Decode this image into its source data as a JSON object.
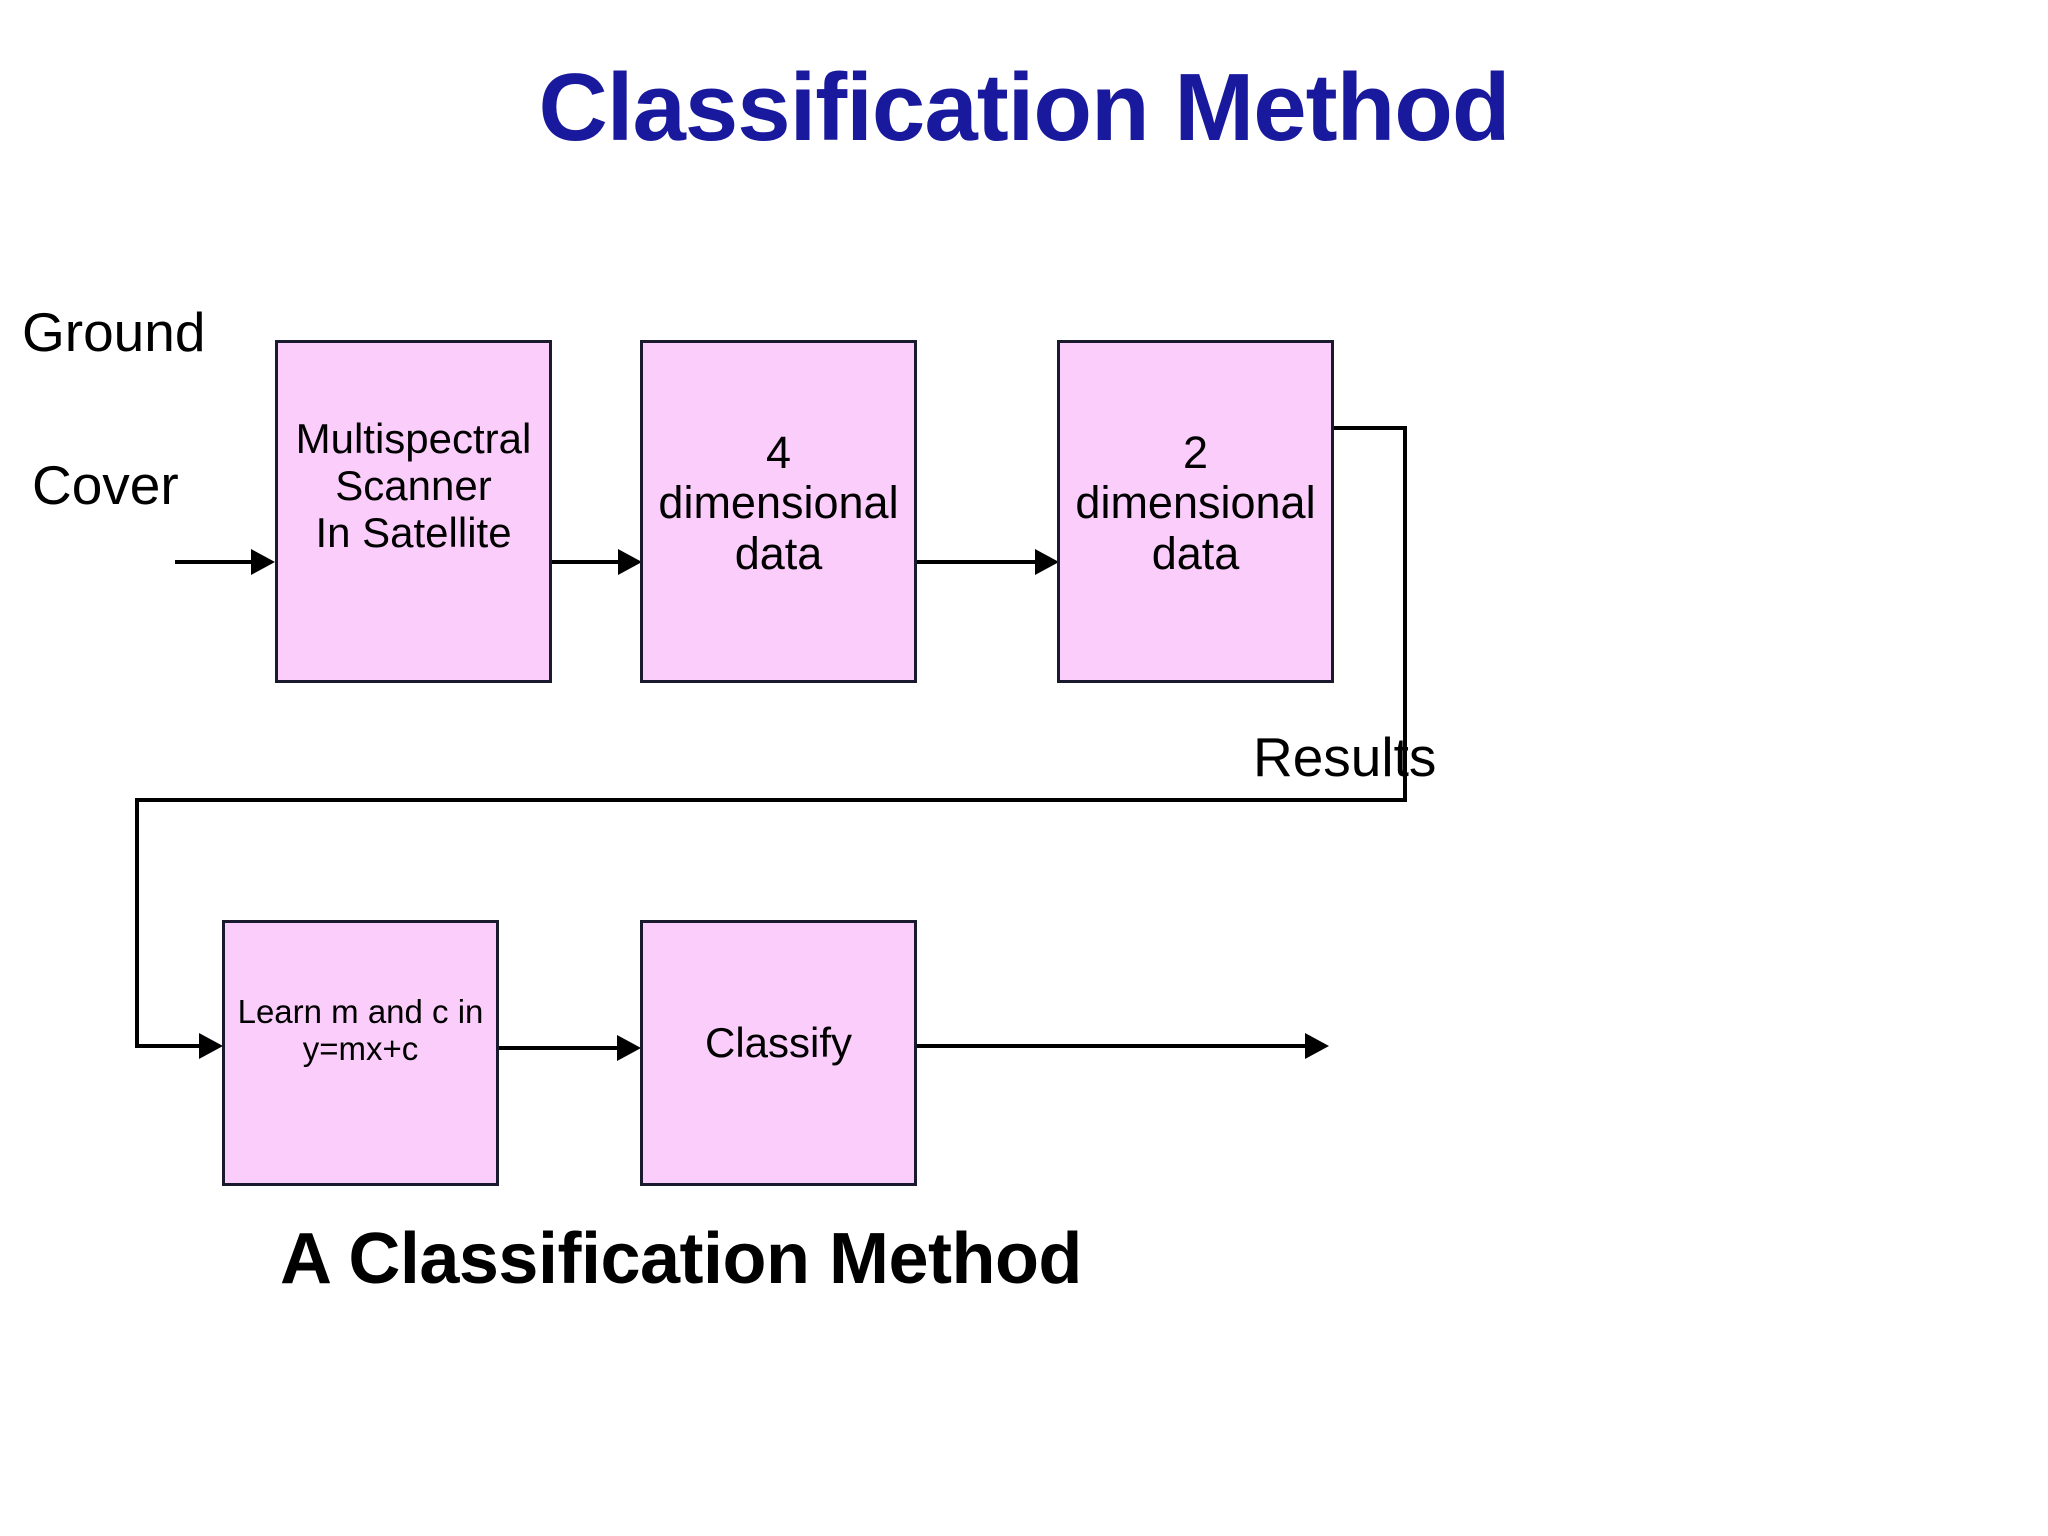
{
  "slide": {
    "title": "Classification Method",
    "title_color": "#19199e",
    "background_color": "#ffffff",
    "caption": "A Classification Method",
    "caption_color": "#000000"
  },
  "labels": {
    "ground": "Ground",
    "cover": "Cover",
    "results": "Results"
  },
  "diagram": {
    "box_fill_color": "#fbcdfb",
    "box_border_color": "#1a1a2e",
    "connector_color": "#000000",
    "boxes": [
      {
        "id": "scanner",
        "line1": "Multispectral",
        "line2": "Scanner",
        "line3": "In Satellite"
      },
      {
        "id": "four-d",
        "line1": "4 dimensional",
        "line2": "data",
        "line3": ""
      },
      {
        "id": "two-d",
        "line1": "2 dimensional",
        "line2": "data",
        "line3": ""
      },
      {
        "id": "learn",
        "line1": "Learn m and c in",
        "line2": "y=mx+c",
        "line3": ""
      },
      {
        "id": "classify",
        "line1": "Classify",
        "line2": "",
        "line3": ""
      }
    ]
  }
}
